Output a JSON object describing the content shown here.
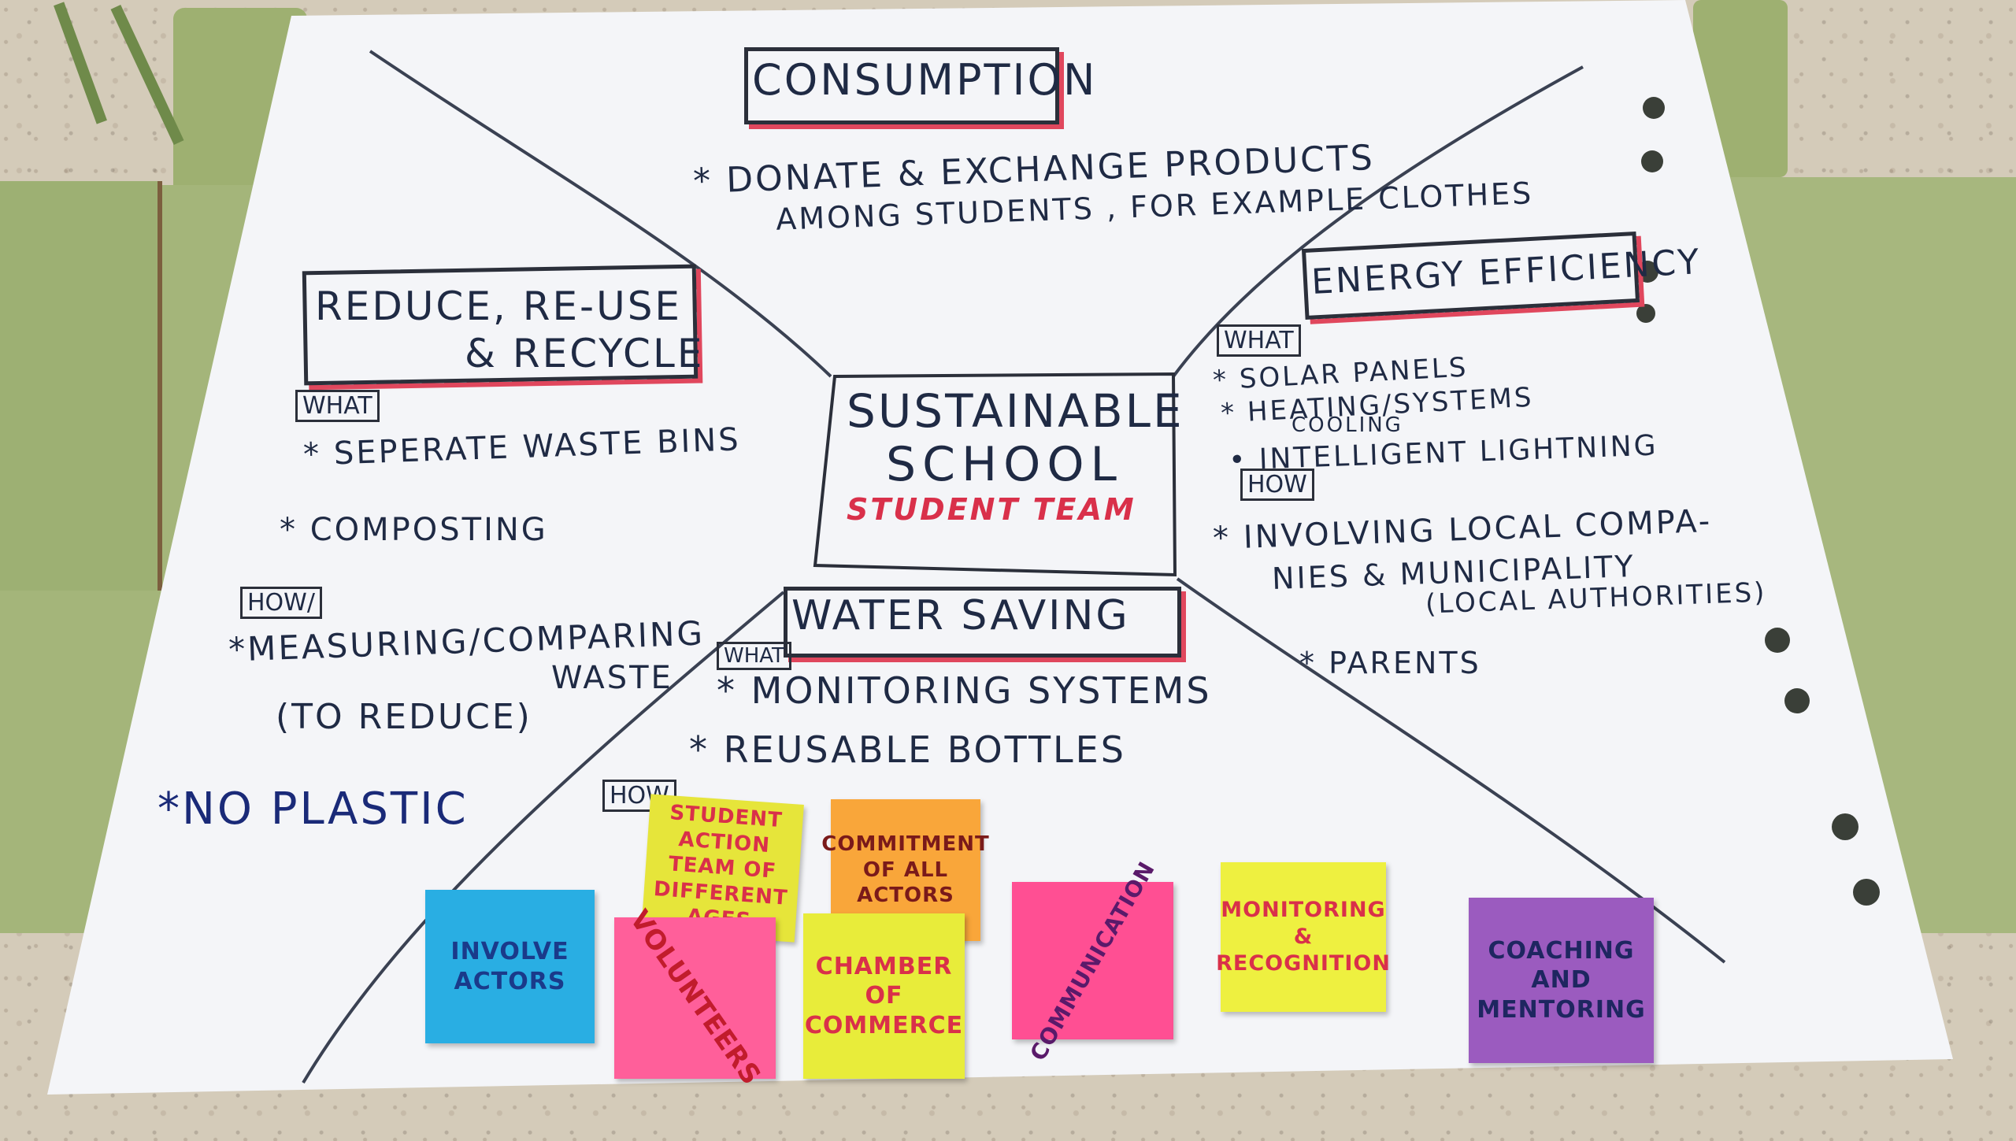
{
  "center": {
    "line1": "SUSTAINABLE",
    "line2": "SCHOOL",
    "subtitle": "STUDENT TEAM"
  },
  "consumption": {
    "title": "CONSUMPTION",
    "item1": "* DONATE & EXCHANGE PRODUCTS",
    "item2": "AMONG STUDENTS , FOR EXAMPLE CLOTHES"
  },
  "reduce": {
    "title1": "REDUCE, RE-USE",
    "title2": "& RECYCLE",
    "what": "WHAT",
    "items": [
      "* SEPERATE WASTE BINS",
      "* COMPOSTING"
    ],
    "how": "HOW/",
    "how_items": [
      "*MEASURING/COMPARING",
      "WASTE",
      "(TO REDUCE)"
    ],
    "no_plastic": "*NO PLASTIC"
  },
  "energy": {
    "title": "ENERGY EFFICIENCY",
    "what": "WHAT",
    "items": [
      "* SOLAR PANELS",
      "* HEATING/SYSTEMS",
      "COOLING",
      "• INTELLIGENT LIGHTNING"
    ],
    "how": "HOW",
    "how_items": [
      "* INVOLVING LOCAL COMPA-",
      "NIES & MUNICIPALITY",
      "(LOCAL AUTHORITIES)",
      "* PARENTS"
    ]
  },
  "water": {
    "title": "WATER SAVING",
    "what": "WHAT",
    "items": [
      "* MONITORING SYSTEMS",
      "* REUSABLE BOTTLES"
    ],
    "how": "HOW"
  },
  "notes": [
    {
      "text": "INVOLVE ACTORS",
      "color": "#29aee3",
      "ink": "#1a3a8a"
    },
    {
      "text": "STUDENT ACTION TEAM OF DIFFERENT AGES",
      "color": "#e6e53a",
      "ink": "#d9304a"
    },
    {
      "text": "VOLUNTEERS",
      "color": "#ff5f9a",
      "ink": "#c11c2c"
    },
    {
      "text": "COMMITMENT OF ALL ACTORS",
      "color": "#f9a63a",
      "ink": "#7a1a1a"
    },
    {
      "text": "CHAMBER OF COMMERCE",
      "color": "#e8ec3a",
      "ink": "#d9304a"
    },
    {
      "text": "COMMUNICATION",
      "color": "#ff4f93",
      "ink": "#5a1a6a"
    },
    {
      "text": "MONITORING & RECOGNITION",
      "color": "#eef040",
      "ink": "#d9304a"
    },
    {
      "text": "COACHING AND MENTORING",
      "color": "#9b5bbf",
      "ink": "#1e2660"
    }
  ]
}
